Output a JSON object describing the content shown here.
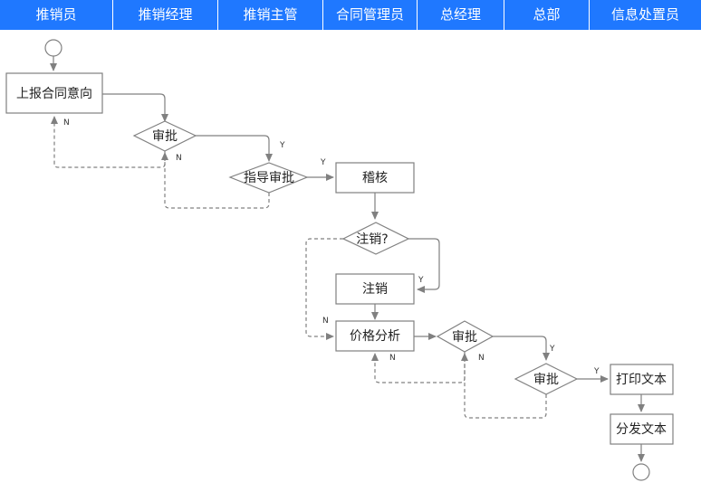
{
  "lanes": [
    "推销员",
    "推销经理",
    "推销主管",
    "合同管理员",
    "总经理",
    "总部",
    "信息处置员"
  ],
  "nodes": {
    "report": "上报合同意向",
    "approve1": "审批",
    "guide_approve": "指导审批",
    "audit": "稽核",
    "cancel_q": "注销?",
    "cancel": "注销",
    "price_analysis": "价格分析",
    "approve2": "审批",
    "approve3": "审批",
    "print": "打印文本",
    "distribute": "分发文本"
  },
  "labels": {
    "yes": "Y",
    "no": "N"
  },
  "colors": {
    "lane_bg": "#1f78ff",
    "line": "#808080"
  }
}
